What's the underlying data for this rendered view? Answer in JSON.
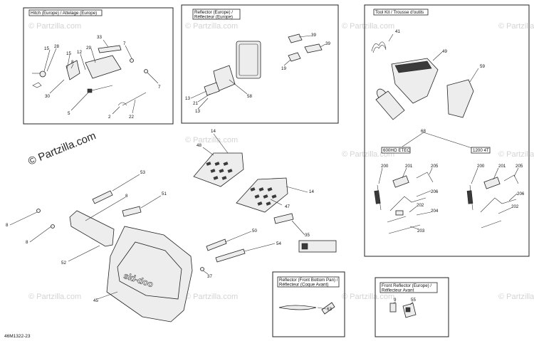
{
  "panels": {
    "hitch": {
      "title": "Hitch (Europe) / Attelage (Europe)"
    },
    "reflector": {
      "title_line1": "Reflector (Europe) /",
      "title_line2": "Réflecteur (Europe)"
    },
    "toolkit": {
      "title": "Tool Kit / Trousse d'outils"
    },
    "front_bottom": {
      "title_line1": "Reflector (Front Bottom Pan) /",
      "title_line2": "Réflecteur (Coque Avant)"
    },
    "front_reflector": {
      "title_line1": "Front Reflector (Europe) /",
      "title_line2": "Réflecteur Avant"
    }
  },
  "labels": {
    "engine_600": "600HO ETEC",
    "engine_1200": "1200 4T",
    "diagram_code": "46M1322-23",
    "watermark": "© Partzilla.com",
    "watermark_small": "© Partzilla.com"
  },
  "part_numbers": {
    "hitch": [
      "15",
      "28",
      "33",
      "29",
      "7",
      "15",
      "8",
      "12",
      "30",
      "5",
      "2",
      "22",
      "7"
    ],
    "reflector": [
      "39",
      "39",
      "19",
      "13",
      "21",
      "13",
      "58"
    ],
    "toolkit": [
      "41",
      "49",
      "59",
      "68",
      "200",
      "201",
      "205",
      "206",
      "202",
      "204",
      "203",
      "200",
      "201",
      "205",
      "206",
      "202"
    ],
    "main": [
      "14",
      "48",
      "14",
      "47",
      "53",
      "8",
      "51",
      "8",
      "8",
      "52",
      "50",
      "35",
      "54",
      "37",
      "45"
    ],
    "front_bottom": [
      "63"
    ],
    "front_reflector": [
      "9",
      "55"
    ]
  }
}
